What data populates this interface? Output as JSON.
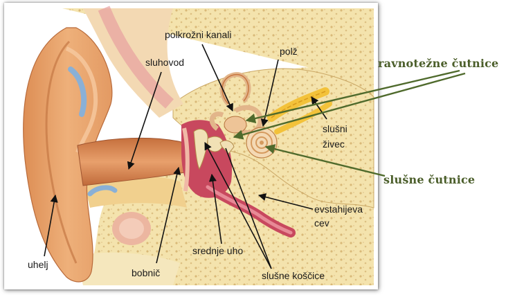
{
  "labels": {
    "polkrozni_kanali": "polkrožni kanali",
    "sluhovod": "sluhovod",
    "polz": "polž",
    "slusni_zivec_1": "slušni",
    "slusni_zivec_2": "živec",
    "evstahijeva_1": "evstahijeva",
    "evstahijeva_2": "cev",
    "uhelj": "uhelj",
    "bobnic": "bobnič",
    "srednje_uho": "srednje uho",
    "slusne_koscice": "slušne koščice"
  },
  "callouts": {
    "ravnotezne": "ravnotežne čutnice",
    "slusne": "slušne čutnice"
  },
  "colors": {
    "callout_text": "#4b5e2a",
    "callout_arrow": "#4f6a2c",
    "skin": "#e9a873",
    "bone": "#f2dfa4",
    "cavity": "#c8485e"
  }
}
